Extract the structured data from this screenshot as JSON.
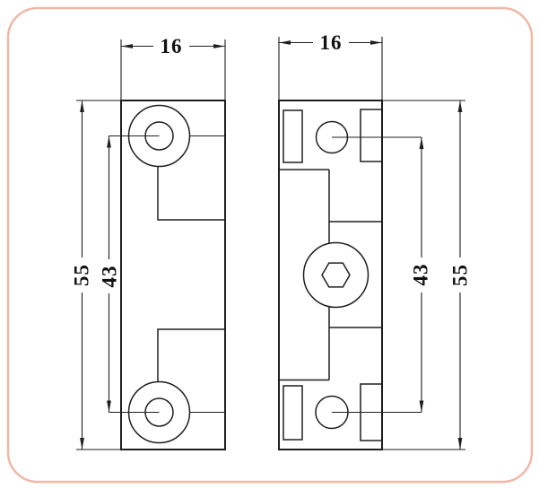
{
  "drawing": {
    "background_color": "#ffffff",
    "border_color": "#f1b7a5",
    "line_color": "#1f1f1f",
    "dimensions": {
      "left_view_width": "16",
      "right_view_width": "16",
      "left_view_overall_height": "55",
      "left_view_hole_spacing": "43",
      "right_view_hole_spacing": "43",
      "right_view_overall_height": "55"
    }
  }
}
